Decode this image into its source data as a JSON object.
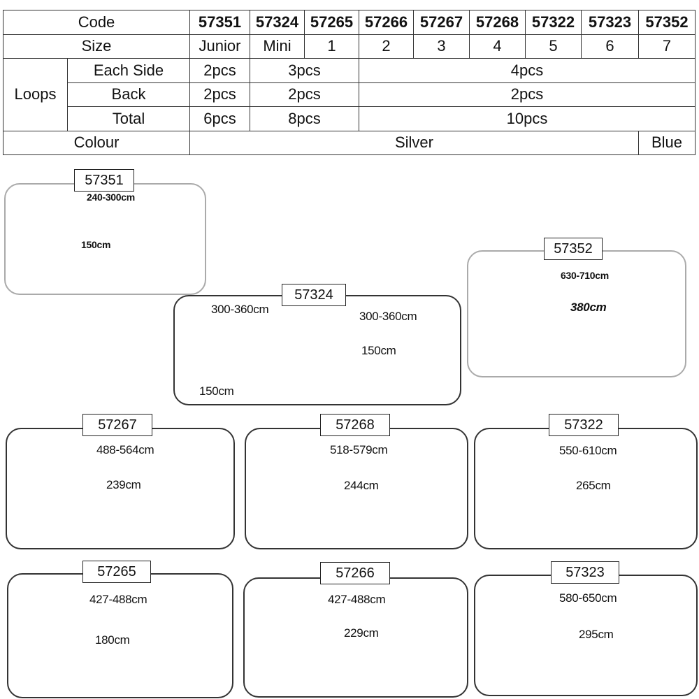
{
  "table": {
    "code_label": "Code",
    "size_label": "Size",
    "loops_label": "Loops",
    "each_side_label": "Each Side",
    "back_label": "Back",
    "total_label": "Total",
    "colour_label": "Colour",
    "codes": [
      "57351",
      "57324",
      "57265",
      "57266",
      "57267",
      "57268",
      "57322",
      "57323",
      "57352"
    ],
    "sizes": [
      "Junior",
      "Mini",
      "1",
      "2",
      "3",
      "4",
      "5",
      "6",
      "7"
    ],
    "each_side": [
      "2pcs",
      "3pcs",
      "4pcs"
    ],
    "back": [
      "2pcs",
      "2pcs",
      "2pcs"
    ],
    "total": [
      "6pcs",
      "8pcs",
      "10pcs"
    ],
    "colours": [
      "Silver",
      "Blue"
    ]
  },
  "diagrams": {
    "p57351": {
      "code": "57351",
      "length": "240-300cm",
      "width": "150cm"
    },
    "p57324": {
      "code": "57324",
      "jet_length": "300-360cm",
      "jet_width": "150cm",
      "boat_length": "300-360cm",
      "boat_width": "150cm"
    },
    "p57352": {
      "code": "57352",
      "length": "630-710cm",
      "width": "380cm"
    },
    "p57267": {
      "code": "57267",
      "length": "488-564cm",
      "width": "239cm"
    },
    "p57268": {
      "code": "57268",
      "length": "518-579cm",
      "width": "244cm"
    },
    "p57322": {
      "code": "57322",
      "length": "550-610cm",
      "width": "265cm"
    },
    "p57265": {
      "code": "57265",
      "length": "427-488cm",
      "width": "180cm"
    },
    "p57266": {
      "code": "57266",
      "length": "427-488cm",
      "width": "229cm"
    },
    "p57323": {
      "code": "57323",
      "length": "580-650cm",
      "width": "295cm"
    }
  }
}
